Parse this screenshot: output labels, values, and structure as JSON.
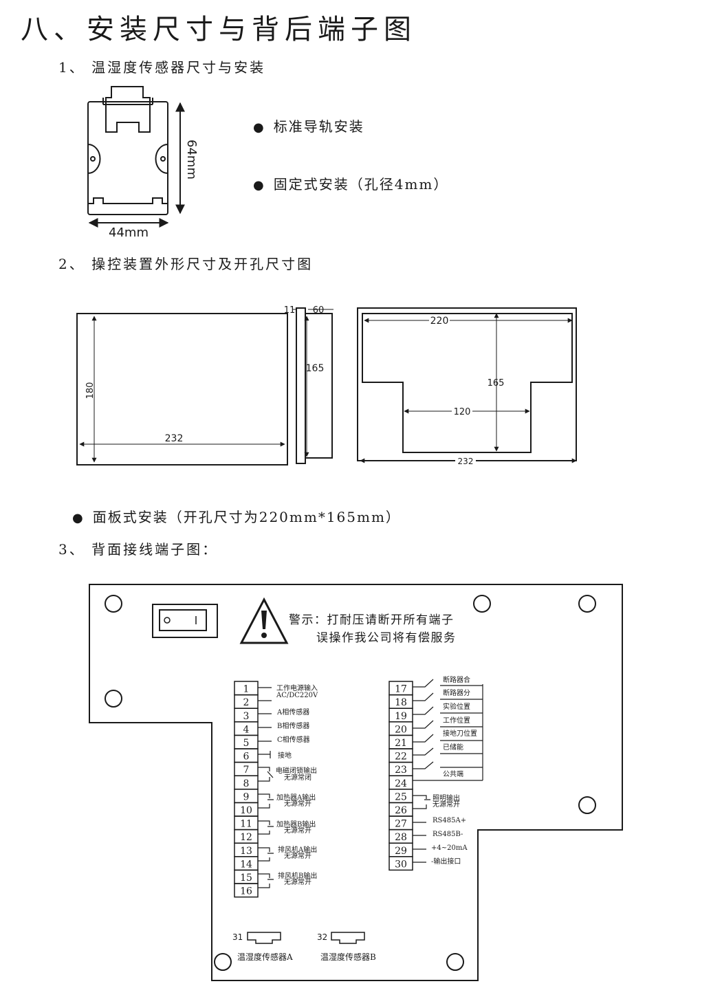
{
  "title": "八、安装尺寸与背后端子图",
  "section1": {
    "heading": "1、 温湿度传感器尺寸与安装",
    "dim_height": "64mm",
    "dim_width": "44mm",
    "bullets": [
      "标准导轨安装",
      "固定式安装（孔径4mm）"
    ]
  },
  "section2": {
    "heading": "2、 操控装置外形尺寸及开孔尺寸图",
    "front": {
      "width": "232",
      "height": "180"
    },
    "side": {
      "d1": "11",
      "d2": "60",
      "height": "165"
    },
    "cutout": {
      "top": "220",
      "height": "165",
      "mid": "120",
      "bottom": "232"
    },
    "bullet": "面板式安装（开孔尺寸为220mm*165mm）"
  },
  "section3": {
    "heading": "3、 背面接线端子图：",
    "warning": [
      "警示：打耐压请断开所有端子",
      "误操作我公司将有偿服务"
    ],
    "left_labels": {
      "t1": "工作电源输入",
      "t1b": "AC/DC220V",
      "t3": "A相传感器",
      "t4": "B相传感器",
      "t5": "C相传感器",
      "t6": "接地",
      "t7": "电磁闭锁输出",
      "t7b": "无源常闭",
      "t9": "加热器A输出",
      "t9b": "无源常开",
      "t11": "加热器B输出",
      "t11b": "无源常开",
      "t13": "排风机A输出",
      "t13b": "无源常开",
      "t15": "排风机B输出",
      "t15b": "无源常开"
    },
    "right_labels": {
      "r17": "断路器合",
      "r18": "断路器分",
      "r19": "实验位置",
      "r20": "工作位置",
      "r21": "接地刀位置",
      "r22": "已储能",
      "r24": "公共端",
      "r25": "照明输出",
      "r25b": "无源常开",
      "r27": "RS485A+",
      "r28": "RS485B-",
      "r29": "+4~20mA",
      "r30": "-输出接口"
    },
    "connectors": [
      {
        "num": "31",
        "label": "温湿度传感器A"
      },
      {
        "num": "32",
        "label": "温湿度传感器B"
      }
    ]
  }
}
